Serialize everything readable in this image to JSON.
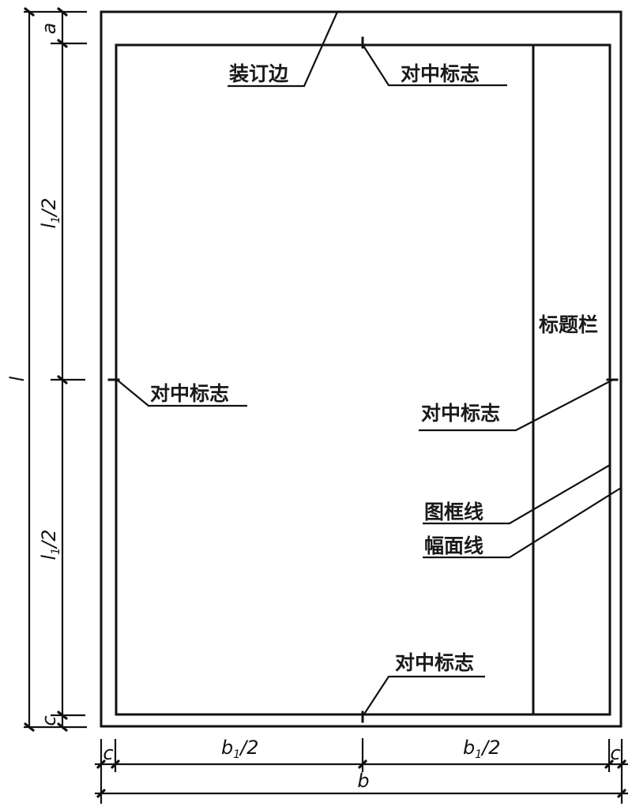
{
  "diagram": {
    "title": "Drawing sheet format (vertical) with binding edge",
    "colors": {
      "line": "#111111",
      "background": "#ffffff"
    },
    "labels": {
      "binding_edge": "装订边",
      "centering_mark_top": "对中标志",
      "centering_mark_left": "对中标志",
      "centering_mark_right": "对中标志",
      "centering_mark_bottom": "对中标志",
      "title_block": "标题栏",
      "frame_line": "图框线",
      "sheet_border_line": "幅面线"
    },
    "dimensions": {
      "a": "a",
      "l": "l",
      "l1_half_top": {
        "base": "l",
        "sub": "1",
        "suffix": "/2"
      },
      "l1_half_bottom": {
        "base": "l",
        "sub": "1",
        "suffix": "/2"
      },
      "c_left_vertical": "c",
      "c_bottom_left": "c",
      "c_bottom_right": "c",
      "b1_half_left": {
        "base": "b",
        "sub": "1",
        "suffix": "/2"
      },
      "b1_half_right": {
        "base": "b",
        "sub": "1",
        "suffix": "/2"
      },
      "b": "b"
    }
  }
}
